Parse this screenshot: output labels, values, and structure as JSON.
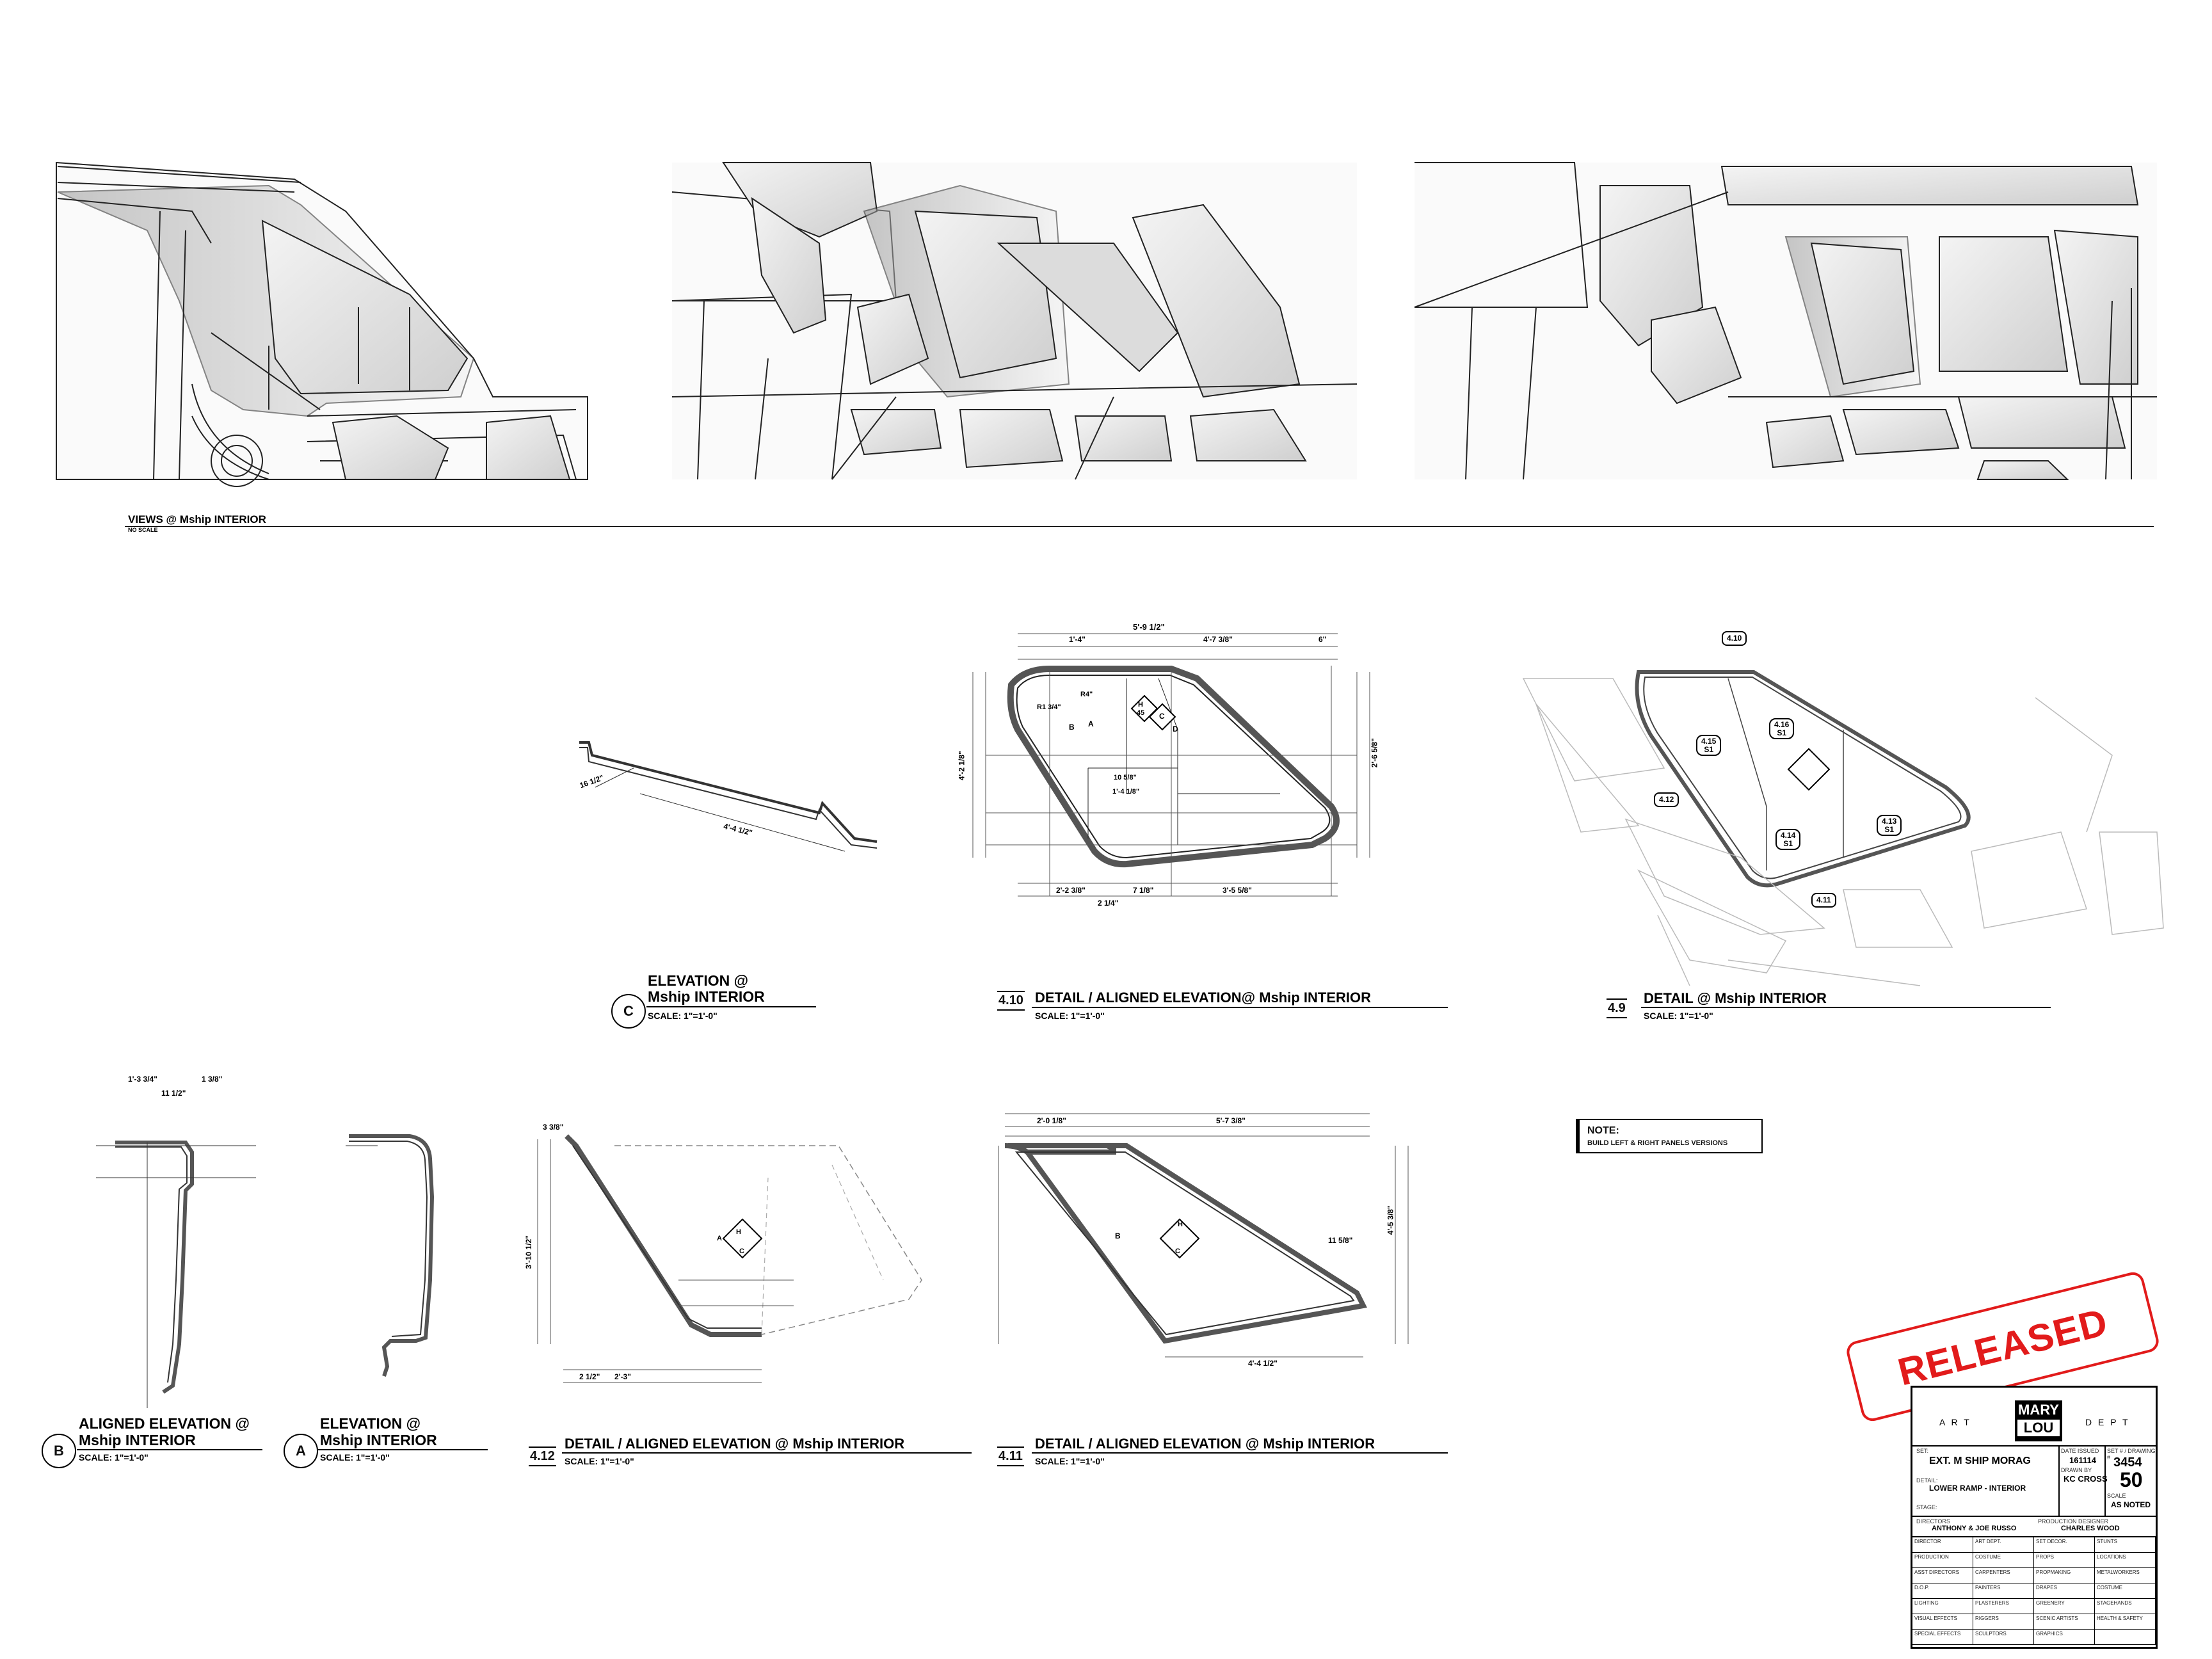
{
  "views": {
    "title": "VIEWS @ Mship INTERIOR",
    "scale": "NO SCALE"
  },
  "drawings": {
    "elev_c": {
      "marker": "C",
      "title_line1": "ELEVATION @",
      "title_line2": "Mship INTERIOR",
      "scale": "SCALE: 1\"=1'-0\""
    },
    "detail_410": {
      "marker": "4.10",
      "title": "DETAIL / ALIGNED ELEVATION@ Mship INTERIOR",
      "scale": "SCALE: 1\"=1'-0\""
    },
    "detail_49": {
      "marker": "4.9",
      "title": "DETAIL @ Mship INTERIOR",
      "scale": "SCALE: 1\"=1'-0\""
    },
    "aligned_b": {
      "marker": "B",
      "title_line1": "ALIGNED ELEVATION @",
      "title_line2": "Mship INTERIOR",
      "scale": "SCALE: 1\"=1'-0\""
    },
    "elev_a": {
      "marker": "A",
      "title_line1": "ELEVATION @",
      "title_line2": "Mship INTERIOR",
      "scale": "SCALE: 1\"=1'-0\""
    },
    "detail_412": {
      "marker": "4.12",
      "title": "DETAIL / ALIGNED ELEVATION @ Mship INTERIOR",
      "scale": "SCALE: 1\"=1'-0\""
    },
    "detail_411": {
      "marker": "4.11",
      "title": "DETAIL / ALIGNED ELEVATION @ Mship INTERIOR",
      "scale": "SCALE: 1\"=1'-0\""
    }
  },
  "dims": {
    "overall_width": "5'-9 1/2\"",
    "d1": "1'-4\"",
    "d2": "4'-7 3/8\"",
    "d3": "6\"",
    "d4": "4'-2 1/8\"",
    "d5": "2'-6 5/8\"",
    "d6": "10 5/8\"",
    "d7": "1'-4 1/8\"",
    "d8": "2'-2 3/8\"",
    "d9": "7 1/8\"",
    "d10": "3'-5 5/8\"",
    "d11": "2 1/4\"",
    "d12": "R4\"",
    "d13": "R1 3/4\"",
    "c1": "4'-4 1/2\"",
    "c2": "16 1/2\"",
    "b1": "1'-3 3/4\"",
    "b2": "11 1/2\"",
    "b3": "1 3/8\"",
    "e1": "5'-7 3/8\"",
    "e2": "2'-0 1/8\"",
    "e3": "4'-5 3/8\"",
    "e4": "4'-4 1/2\"",
    "e5": "11 5/8\"",
    "f1": "3 3/8\"",
    "f2": "3'-10 1/2\"",
    "f3": "2'-3\"",
    "f4": "2 1/2\""
  },
  "bubbles": {
    "b410": "4.10",
    "b415": "4.15\nS1",
    "b416": "4.16\nS1",
    "b412": "4.12",
    "b414": "4.14\nS1",
    "b413": "4.13\nS1",
    "b411": "4.11"
  },
  "tags": {
    "h": "H",
    "a": "A",
    "c": "C",
    "d": "D",
    "b": "B",
    "num": "45"
  },
  "note": {
    "title": "NOTE:",
    "text": "BUILD LEFT & RIGHT PANELS VERSIONS"
  },
  "stamp": "RELEASED",
  "title_block": {
    "art": "A R T",
    "logo_top": "MARY",
    "logo_bottom": "LOU",
    "dept": "D E P T",
    "set_label": "SET:",
    "set": "EXT. M SHIP MORAG",
    "detail_label": "DETAIL:",
    "detail": "LOWER RAMP - INTERIOR",
    "stage_label": "STAGE:",
    "date_label": "DATE ISSUED",
    "date": "161114",
    "drawn_label": "DRAWN BY",
    "drawn": "KC CROSS",
    "set_no_label": "SET # / DRAWING #",
    "set_no": "3454",
    "drawing_no": "50",
    "scale_label": "SCALE",
    "scale": "AS NOTED",
    "directors_label": "DIRECTORS",
    "directors": "ANTHONY & JOE RUSSO",
    "designer_label": "PRODUCTION DESIGNER",
    "designer": "CHARLES WOOD",
    "grid": [
      [
        "DIRECTOR",
        "ART DEPT.",
        "SET DECOR.",
        "STUNTS"
      ],
      [
        "PRODUCTION",
        "COSTUME",
        "PROPS",
        "LOCATIONS"
      ],
      [
        "ASST DIRECTORS",
        "CARPENTERS",
        "PROPMAKING",
        "METALWORKERS"
      ],
      [
        "D.O.P.",
        "PAINTERS",
        "DRAPES",
        "COSTUME"
      ],
      [
        "LIGHTING",
        "PLASTERERS",
        "GREENERY",
        "STAGEHANDS"
      ],
      [
        "VISUAL EFFECTS",
        "RIGGERS",
        "SCENIC ARTISTS",
        "HEALTH & SAFETY"
      ],
      [
        "SPECIAL EFFECTS",
        "SCULPTORS",
        "GRAPHICS",
        ""
      ]
    ]
  }
}
